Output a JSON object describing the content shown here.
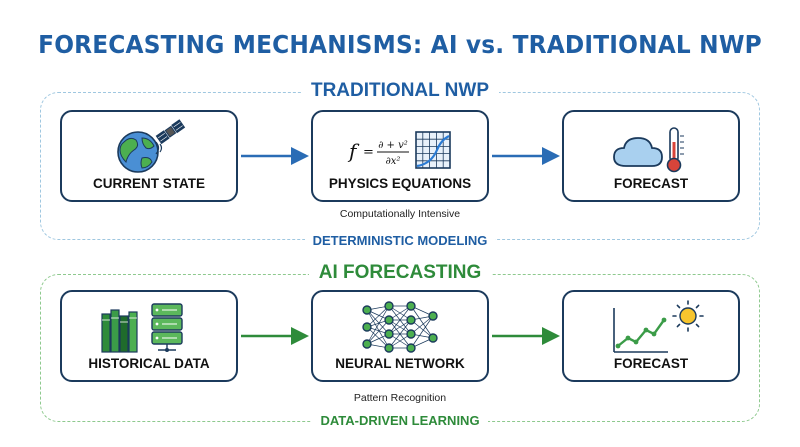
{
  "title": "FORECASTING MECHANISMS: AI vs. TRADITIONAL NWP",
  "traditional": {
    "heading": "TRADITIONAL NWP",
    "footer": "DETERMINISTIC MODELING",
    "note": "Computationally Intensive",
    "boxes": [
      {
        "label": "CURRENT STATE",
        "icon": "globe-satellite-icon"
      },
      {
        "label": "PHYSICS EQUATIONS",
        "icon": "equation-grid-icon"
      },
      {
        "label": "FORECAST",
        "icon": "cloud-thermometer-icon"
      }
    ],
    "equation": {
      "f": "f",
      "equals": "=",
      "numerator": "∂ + v²",
      "denominator": "∂x²"
    }
  },
  "ai": {
    "heading": "AI FORECASTING",
    "footer": "DATA-DRIVEN LEARNING",
    "note": "Pattern Recognition",
    "boxes": [
      {
        "label": "HISTORICAL DATA",
        "icon": "books-server-icon"
      },
      {
        "label": "NEURAL NETWORK",
        "icon": "neural-network-icon"
      },
      {
        "label": "FORECAST",
        "icon": "chart-sun-icon"
      }
    ]
  },
  "colors": {
    "nwp_accent": "#1f5ea3",
    "ai_accent": "#2e8b3a",
    "box_border": "#1b3a5c"
  }
}
